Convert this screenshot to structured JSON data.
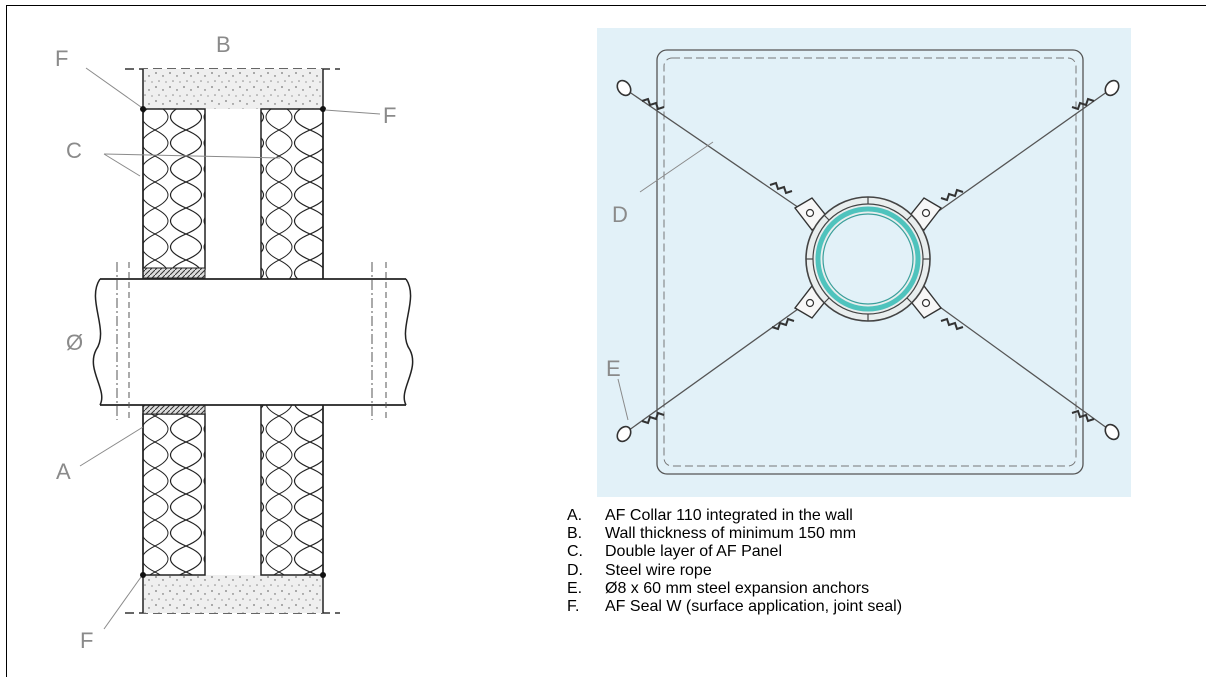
{
  "section_labels": {
    "a": "A",
    "b": "B",
    "c": "C",
    "d": "D",
    "e": "E",
    "f": "F",
    "diameter": "Ø"
  },
  "legend": [
    {
      "key": "A.",
      "text": "AF Collar 110 integrated in the wall"
    },
    {
      "key": "B.",
      "text": "Wall thickness of minimum 150 mm"
    },
    {
      "key": "C.",
      "text": "Double layer of AF Panel"
    },
    {
      "key": "D.",
      "text": "Steel wire rope"
    },
    {
      "key": "E.",
      "text": "Ø8 x 60 mm steel expansion anchors"
    },
    {
      "key": "F.",
      "text": "AF Seal W (surface application, joint seal)"
    }
  ],
  "colors": {
    "plate_bg": "#e2f1f8",
    "collar_ring": "#4fc3bd",
    "label_gray": "#8a8a8a",
    "line": "#333333"
  }
}
